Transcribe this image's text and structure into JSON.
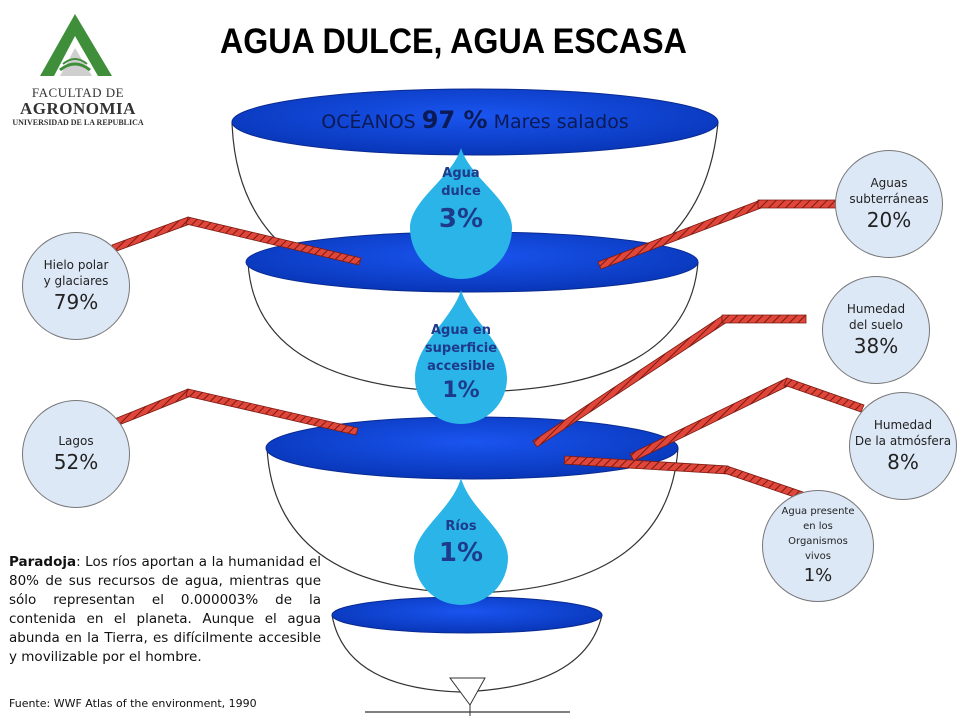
{
  "title": "AGUA DULCE, AGUA ESCASA",
  "logo": {
    "line1": "FACULTAD DE",
    "line2": "AGRONOMIA",
    "line3": "UNIVERSIDAD DE LA REPUBLICA",
    "colors": {
      "green": "#3f8f3a",
      "gray": "#c9c9c9"
    }
  },
  "oceans": {
    "label": "OCÉANOS",
    "value": "97 %",
    "suffix": "Mares salados"
  },
  "drops": {
    "fresh": {
      "label_line1": "Agua",
      "label_line2": "dulce",
      "value": "3%"
    },
    "surface": {
      "label_line1": "Agua en",
      "label_line2": "superficie",
      "label_line3": "accesible",
      "value": "1%"
    },
    "rivers": {
      "label": "Ríos",
      "value": "1%"
    }
  },
  "circles": {
    "ice": {
      "line1": "Hielo polar",
      "line2": "y glaciares",
      "value": "79%"
    },
    "lakes": {
      "line1": "Lagos",
      "value": "52%"
    },
    "groundwater": {
      "line1": "Aguas",
      "line2": "subterráneas",
      "value": "20%"
    },
    "soil": {
      "line1": "Humedad",
      "line2": "del suelo",
      "value": "38%"
    },
    "atmosphere": {
      "line1": "Humedad",
      "line2": "De la atmósfera",
      "value": "8%"
    },
    "organisms": {
      "line1": "Agua presente",
      "line2": "en los",
      "line3": "Organismos",
      "line4": "vivos",
      "value": "1%"
    }
  },
  "paradox": {
    "label": "Paradoja",
    "text": ": Los ríos aportan a la humanidad el 80% de sus recursos de agua, mientras que sólo representan el 0.000003% de la contenida en el planeta. Aunque el agua abunda en la Tierra, es difícilmente accesible y movilizable por el hombre."
  },
  "source": "Fuente: WWF Atlas of the environment, 1990",
  "colors": {
    "bowl_fill": "#0a3fcf",
    "bowl_top": "#1448e0",
    "drop": "#2ab4e8",
    "connector": "#d63a2a",
    "circle_fill": "#dde8f7",
    "drop_text": "#1e3a8a"
  }
}
